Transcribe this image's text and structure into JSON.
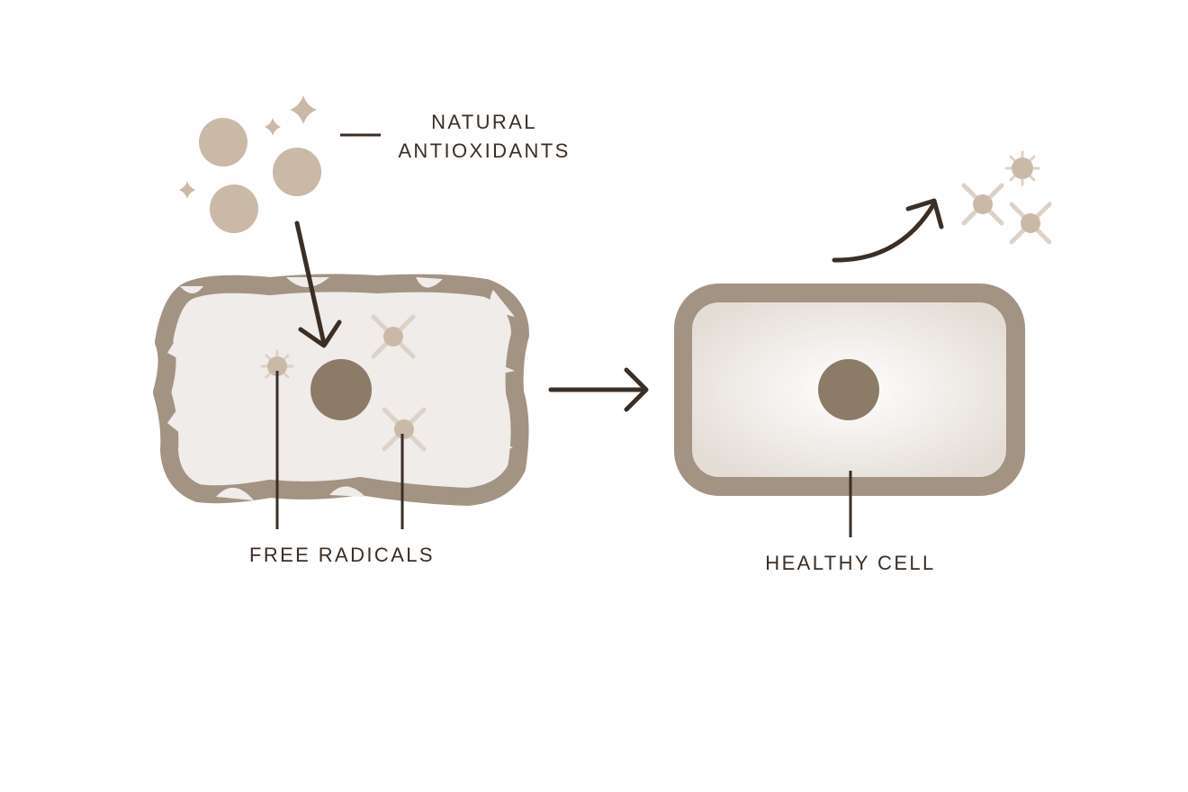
{
  "labels": {
    "antioxidants_line1": "NATURAL",
    "antioxidants_line2": "ANTIOXIDANTS",
    "free_radicals": "FREE RADICALS",
    "healthy_cell": "HEALTHY CELL"
  },
  "icons": {
    "antioxidant_particles": "antioxidant-circle-icon",
    "radical_particles": "free-radical-star-icon",
    "flow_arrow": "arrow-right-icon"
  },
  "colors": {
    "background": "#ffffff",
    "cell_membrane": "#a39382",
    "cell_interior": "#efecea",
    "nucleus": "#8c7b66",
    "antioxidant": "#cbb9a8",
    "radical_soft": "#ddd2c8",
    "text_and_arrows": "#3a2e25"
  }
}
